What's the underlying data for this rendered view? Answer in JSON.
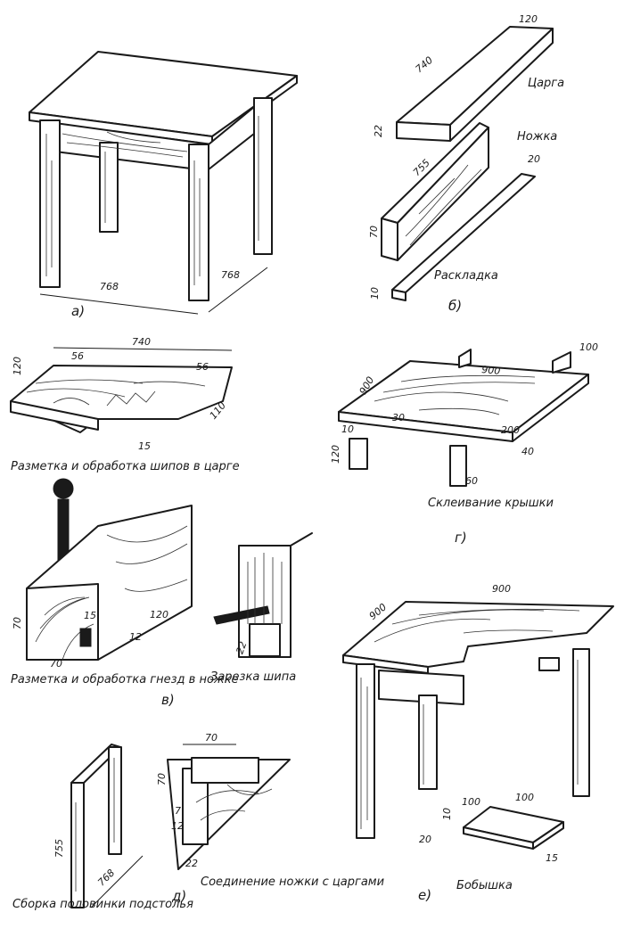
{
  "panels": {
    "a": {
      "letter": "а)",
      "dims": [
        "768",
        "768"
      ]
    },
    "b": {
      "letter": "б)",
      "labels": {
        "tsarga": "Царга",
        "nozhka": "Ножка",
        "raskladka": "Раскладка"
      },
      "dims": [
        "120",
        "740",
        "22",
        "755",
        "20",
        "70",
        "10"
      ]
    },
    "marking": {
      "caption": "Разметка и обработка шипов в царге",
      "dims": [
        "740",
        "120",
        "56",
        "56",
        "110",
        "15"
      ]
    },
    "g": {
      "letter": "г)",
      "caption": "Склеивание крышки",
      "dims": [
        "100",
        "900",
        "900",
        "10",
        "120",
        "30",
        "200",
        "40",
        "60"
      ]
    },
    "v": {
      "letter": "в)",
      "caption": "Разметка и обработка гнезд в ножке",
      "caption2": "Зарезка шипа",
      "dims": [
        "70",
        "15",
        "120",
        "12",
        "70",
        "22"
      ]
    },
    "d": {
      "letter": "д)",
      "caption": "Сборка половинки подстолья",
      "caption2": "Соединение ножки с царгами",
      "dims": [
        "755",
        "768",
        "70",
        "70",
        "7",
        "12",
        "22"
      ]
    },
    "e": {
      "letter": "е)",
      "caption": "Бобышка",
      "dims": [
        "900",
        "900",
        "10",
        "100",
        "100",
        "20",
        "15"
      ]
    }
  }
}
